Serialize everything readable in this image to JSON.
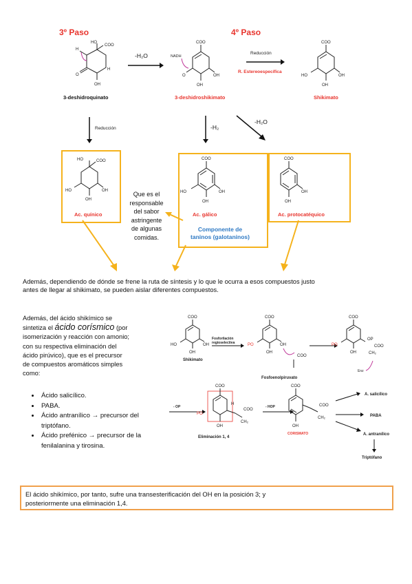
{
  "steps": {
    "step3": "3º Paso",
    "step4": "4º Paso"
  },
  "compounds": {
    "dehydroquinate": "3-deshidroquinato",
    "dehydroshikimate": "3-deshidroshikimato",
    "shikimate": "Shikimato",
    "quinic": "Ac. quínico",
    "gallic": "Ac. gálico",
    "protocatechuic": "Ac. protocatéquico"
  },
  "reactions": {
    "water_loss": "-H₂O",
    "water_loss2": "-H₂O",
    "h2_loss": "-H₂",
    "reduction_top": "Reducción",
    "reduction_left": "Reducción",
    "stereospecific": "R. Estereoespecífica",
    "nadh": "NADH"
  },
  "atoms": {
    "coo": "COO",
    "oh": "OH",
    "ho": "HO",
    "h": "H",
    "o": "O",
    "po": "PO",
    "op": "OP",
    "ch2": "CH₂",
    "enz": "Enz"
  },
  "callout": {
    "lines": [
      "Que es el",
      "responsable",
      "del sabor",
      "astringente",
      "de algunas",
      "comidas."
    ]
  },
  "tannin_note": {
    "line1": "Componente de",
    "line2": "taninos (galotaninos)"
  },
  "para1": {
    "line1": "Además, dependiendo de dónde se frene la ruta de síntesis y lo que le ocurra a esos compuestos justo",
    "line2": "antes de llegar al shikimato, se pueden aislar diferentes compuestos."
  },
  "para2": {
    "line1": "Además, del ácido shikímico se",
    "line2a": "sintetiza el ",
    "line2b": "ácido corísmico",
    "line2c": " (por",
    "line3": "isomerización y reacción con amonio;",
    "line4": "con su respectiva eliminación del",
    "line5": "ácido pirúvico), que es el precursor",
    "line6": "de compuestos aromáticos simples",
    "line7": "como:"
  },
  "bullets": [
    "Ácido salicílico.",
    "PABA.",
    "Ácido antranílico → precursor del triptófano.",
    "Ácido prefénico → precursor de la fenilalanina y tirosina."
  ],
  "scheme": {
    "shikimato": "Shikimato",
    "fosfo": "Fosforilación",
    "regio": "regioselectiva",
    "pep": "Fosfoenolpiruvato",
    "elim": "Eliminación 1, 4",
    "corismato": "CORISMATO",
    "minus_op": "- OP",
    "minus_hop": "- HOP",
    "salicilico": "A. salicílico",
    "paba": "PABA",
    "antranilico": "A. antranílico",
    "triptofano": "Triptófano"
  },
  "conclusion": {
    "line1": "El ácido shikímico, por tanto, sufre una transesterificación del OH en la posición 3; y",
    "line2": "posteriormente una eliminación 1,4."
  },
  "colors": {
    "red": "#e8352e",
    "yellow": "#f5b21c",
    "orange": "#f0a04b",
    "blue": "#2f7ac4",
    "magenta": "#c0399a"
  }
}
